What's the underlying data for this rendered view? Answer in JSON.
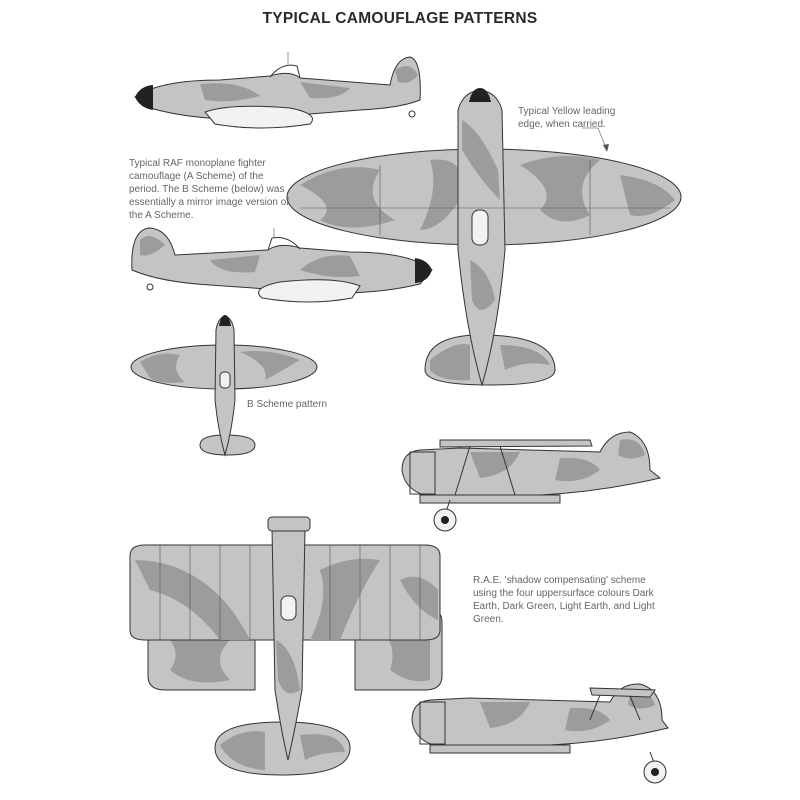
{
  "page": {
    "title": "TYPICAL CAMOUFLAGE PATTERNS"
  },
  "captions": {
    "a_scheme": "Typical RAF monoplane fighter camouflage (A Scheme) of the period. The B Scheme (below) was essentially a mirror image version of the A Scheme.",
    "yellow_edge": "Typical Yellow leading edge, when carried.",
    "b_scheme": "B Scheme pattern",
    "shadow_scheme": "R.A.E. 'shadow compensating' scheme using the four uppersurface colours Dark Earth, Dark Green, Light Earth, and Light Green."
  },
  "colors": {
    "light_camo": "#c4c4c4",
    "dark_camo": "#9c9c9c",
    "outline": "#333333"
  }
}
